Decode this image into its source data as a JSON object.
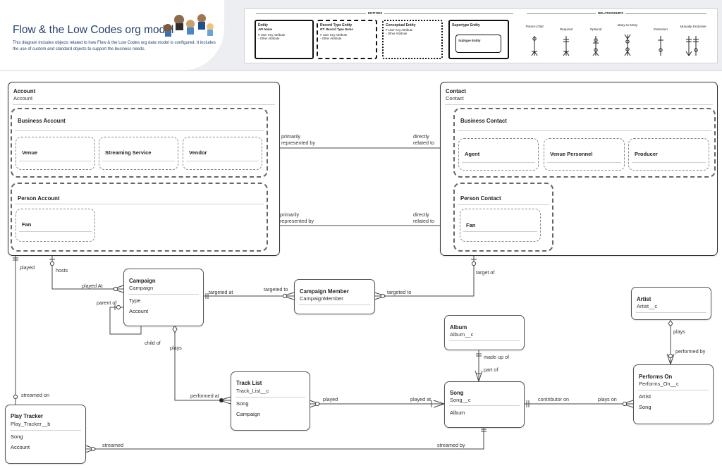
{
  "header": {
    "title": "Flow & the Low Codes org model",
    "description": "This diagram includes objects related to how Flow & the Low Codes org data model is configured. It includes the use of custom and standard objects to support the business needs."
  },
  "legend": {
    "entities_heading": "ENTITIES",
    "relationships_heading": "RELATIONSHIPS",
    "entity": {
      "title": "Entity",
      "api": "API Name",
      "attrs": [
        "# User Key Attribute",
        "◦ Other Attribute"
      ]
    },
    "record_type": {
      "title": "Record Type Entity",
      "api": "RT: Record Type Name",
      "attrs": [
        "# User Key Attribute",
        "◦ Other Attribute"
      ]
    },
    "conceptual": {
      "title": "Conceptual Entity",
      "attrs": [
        "# User Key Attribute",
        "◦ Other Attribute"
      ]
    },
    "supertype": {
      "title": "Supertype Entity",
      "subtype": "Subtype Entity"
    },
    "relationships": [
      "Parent-Child",
      "Required",
      "Optional",
      "Many-to-Many",
      "Extension",
      "Mutually Exclusive"
    ]
  },
  "account": {
    "title": "Account",
    "api": "Account",
    "business": {
      "title": "Business Account",
      "children": [
        "Venue",
        "Streaming Service",
        "Vendor"
      ]
    },
    "person": {
      "title": "Person Account",
      "children": [
        "Fan"
      ]
    }
  },
  "contact": {
    "title": "Contact",
    "api": "Contact",
    "business": {
      "title": "Business Contact",
      "children": [
        "Agent",
        "Venue Personnel",
        "Producer"
      ]
    },
    "person": {
      "title": "Person Contact",
      "children": [
        "Fan"
      ]
    }
  },
  "campaign": {
    "title": "Campaign",
    "api": "Campaign",
    "fields": [
      "Type",
      "Account"
    ]
  },
  "campaign_member": {
    "title": "Campaign Member",
    "api": "CampaignMember"
  },
  "track_list": {
    "title": "Track List",
    "api": "Track_List__c",
    "fields": [
      "Song",
      "Campaign"
    ]
  },
  "album": {
    "title": "Album",
    "api": "Album__c"
  },
  "song": {
    "title": "Song",
    "api": "Song__c",
    "fields": [
      "Album"
    ]
  },
  "artist": {
    "title": "Artist",
    "api": "Artist__c"
  },
  "performs_on": {
    "title": "Performs On",
    "api": "Performs_On__c",
    "fields": [
      "Artist",
      "Song"
    ]
  },
  "play_tracker": {
    "title": "Play Tracker",
    "api": "Play_Tracker__b",
    "fields": [
      "Song",
      "Account"
    ]
  },
  "labels": {
    "primarily_represented_by": "primarily represented by",
    "directly_related_to": "directly related to",
    "played": "played",
    "hosts": "hosts",
    "played_at_cap": "played At",
    "parent_of": "parent of",
    "child_of": "child of",
    "targeted_at": "targeted at",
    "targeted_to": "targeted to",
    "target_of": "target of",
    "plays": "plays",
    "performed_at": "performed at",
    "played_at": "played at",
    "made_up_of": "made up of",
    "part_of": "part of",
    "contributor_on": "contributor on",
    "plays_on": "plays on",
    "performed_by": "performed by",
    "streamed_on": "streamed on",
    "streamed": "streamed",
    "streamed_by": "streamed by"
  }
}
